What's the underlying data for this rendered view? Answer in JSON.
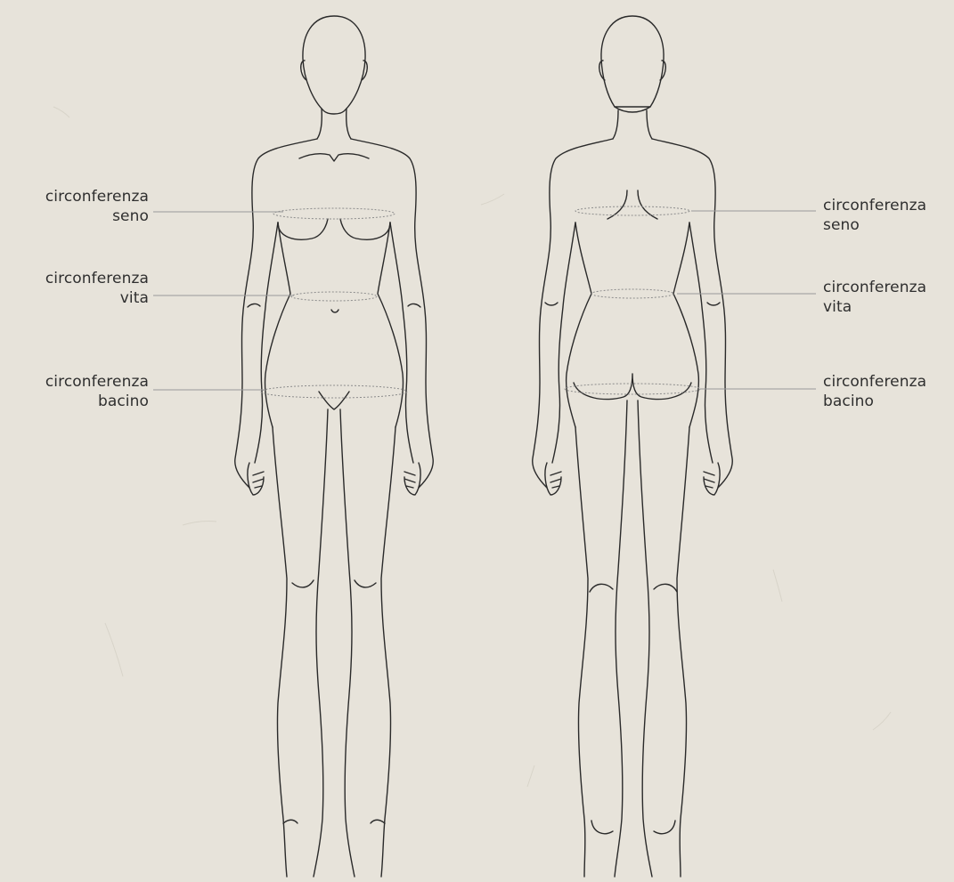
{
  "front_view": {
    "labels": {
      "bust": {
        "line1": "circonferenza",
        "line2": "seno"
      },
      "waist": {
        "line1": "circonferenza",
        "line2": "vita"
      },
      "hips": {
        "line1": "circonferenza",
        "line2": "bacino"
      }
    }
  },
  "back_view": {
    "labels": {
      "bust": {
        "line1": "circonferenza",
        "line2": "seno"
      },
      "waist": {
        "line1": "circonferenza",
        "line2": "vita"
      },
      "hips": {
        "line1": "circonferenza",
        "line2": "bacino"
      }
    }
  },
  "colors": {
    "background": "#e7e3da",
    "outline": "#2a2a2a",
    "leader_line": "#9a9a9a",
    "measure_line": "#8c8c8c",
    "text": "#2f2f2f"
  }
}
